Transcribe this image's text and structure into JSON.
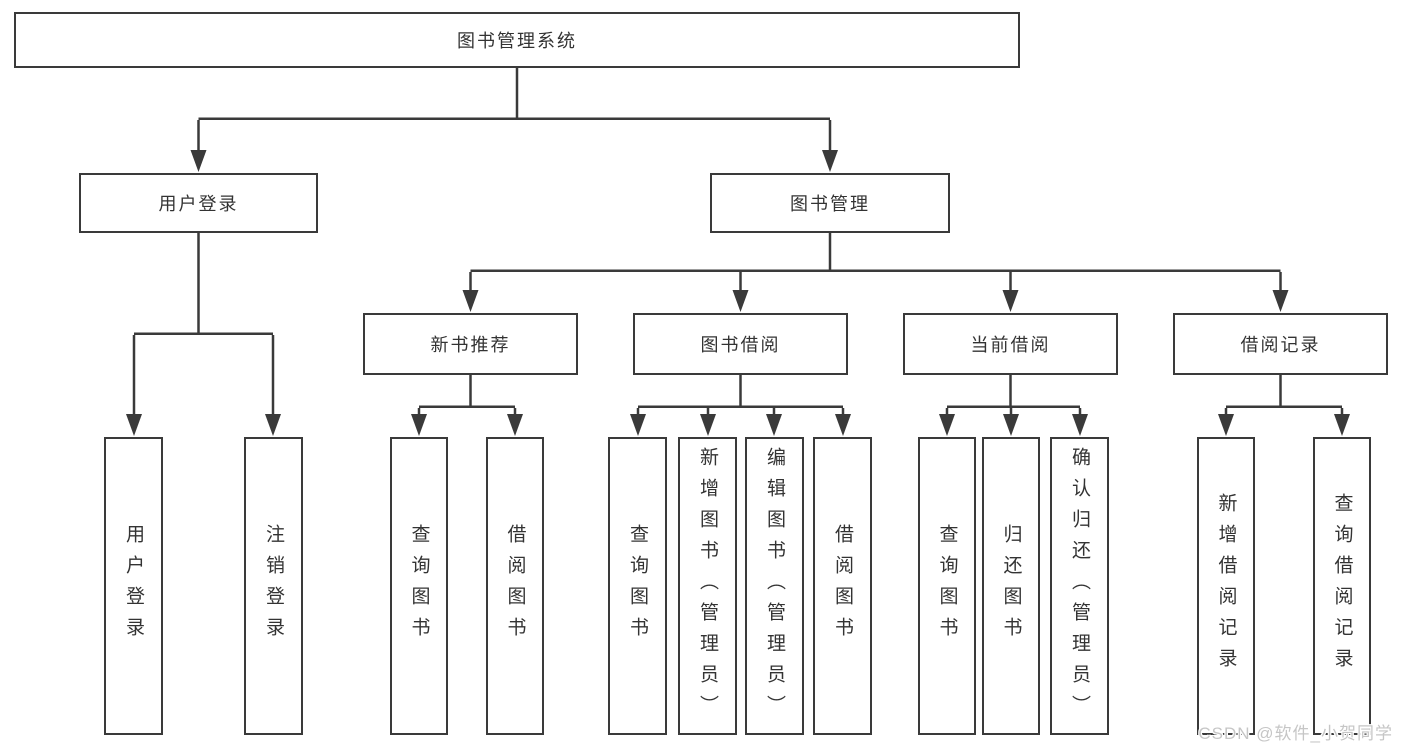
{
  "diagram": {
    "title": "library-management-system-function-tree",
    "root": {
      "label": "图书管理系统"
    },
    "branches": [
      {
        "label": "用户登录",
        "children": [
          {
            "label": "用户登录"
          },
          {
            "label": "注销登录"
          }
        ]
      },
      {
        "label": "图书管理",
        "children": [
          {
            "label": "新书推荐",
            "children": [
              {
                "label": "查询图书"
              },
              {
                "label": "借阅图书"
              }
            ]
          },
          {
            "label": "图书借阅",
            "children": [
              {
                "label": "查询图书"
              },
              {
                "label": "新增图书（管理员）"
              },
              {
                "label": "编辑图书（管理员）"
              },
              {
                "label": "借阅图书"
              }
            ]
          },
          {
            "label": "当前借阅",
            "children": [
              {
                "label": "查询图书"
              },
              {
                "label": "归还图书"
              },
              {
                "label": "确认归还（管理员）"
              }
            ]
          },
          {
            "label": "借阅记录",
            "children": [
              {
                "label": "新增借阅记录"
              },
              {
                "label": "查询借阅记录"
              }
            ]
          }
        ]
      }
    ]
  },
  "watermark": {
    "text": "CSDN @软件_小贺同学"
  },
  "colors": {
    "line": "#3a3a3a",
    "text": "#333333",
    "node_background": "#ffffff",
    "watermark": "#c6c6c6",
    "background": "#ffffff"
  }
}
